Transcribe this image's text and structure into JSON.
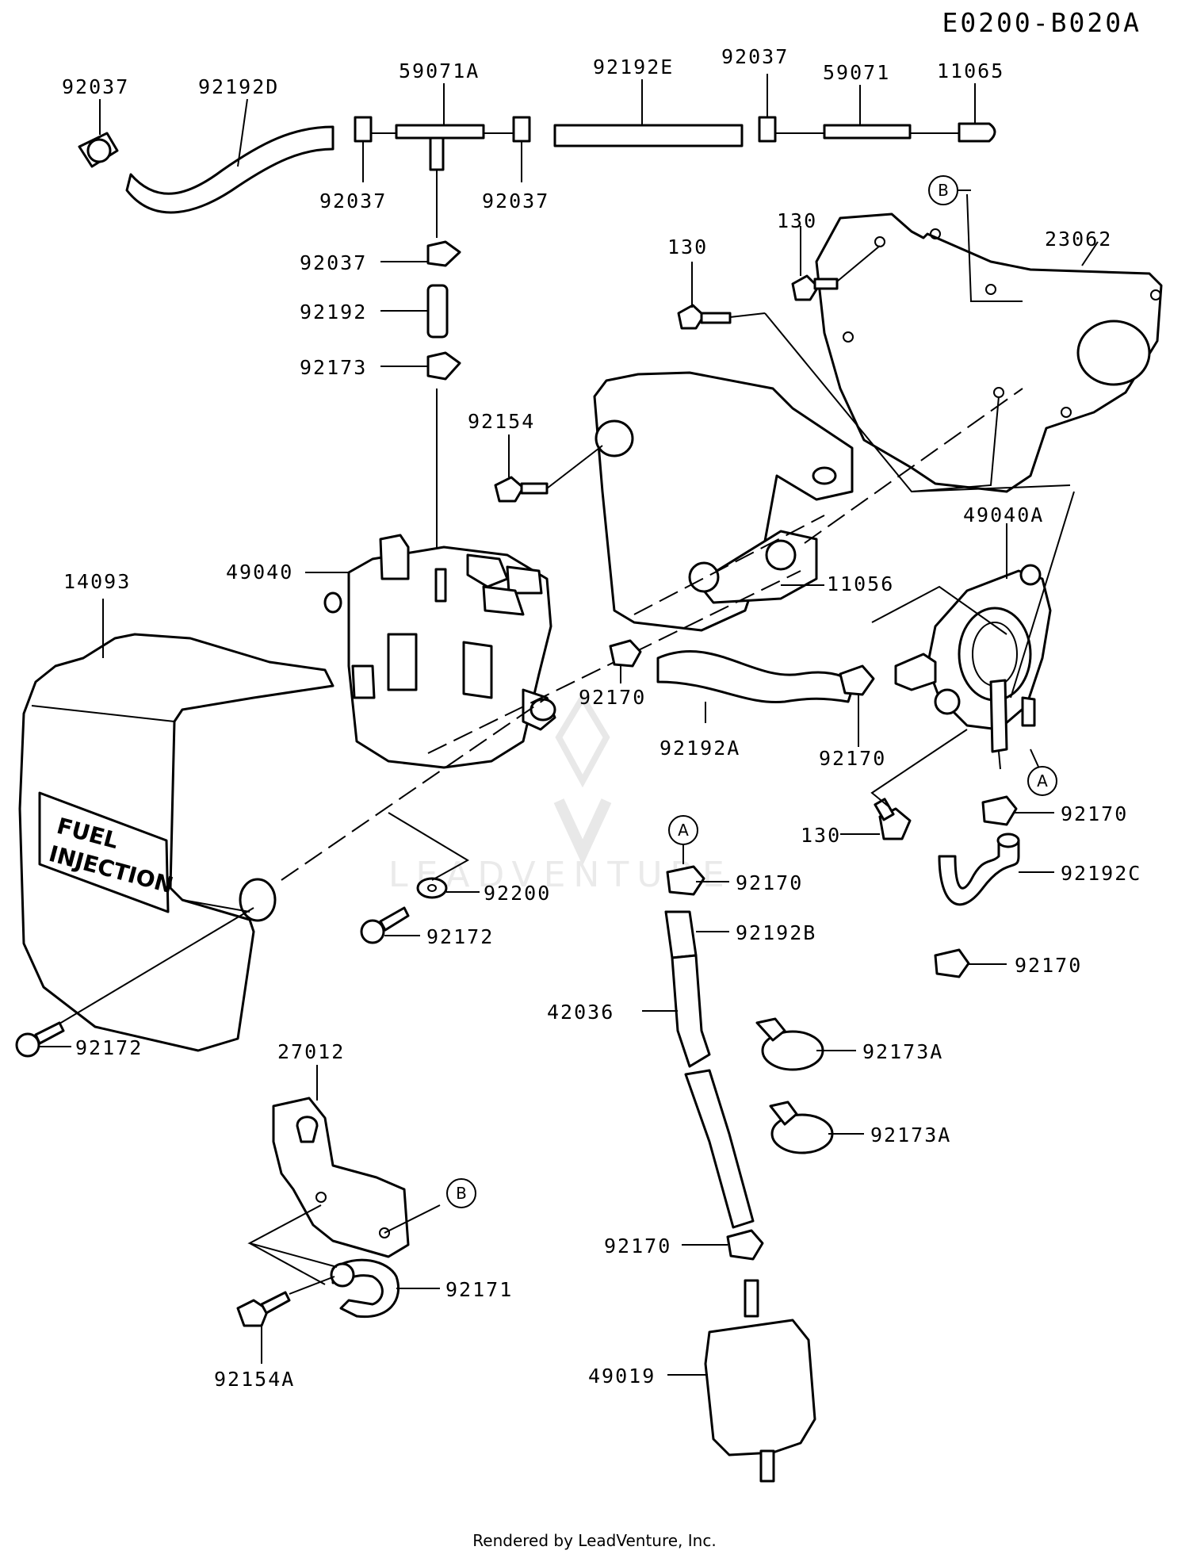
{
  "diagram_id": "E0200-B020A",
  "footer": "Rendered by LeadVenture, Inc.",
  "watermark": "LEADVENTURE",
  "cover_text": {
    "line1": "FUEL",
    "line2": "INJECTION"
  },
  "refs": {
    "A": "A",
    "B": "B"
  },
  "parts": {
    "p92037_a": "92037",
    "p92192D": "92192D",
    "p59071A": "59071A",
    "p92192E": "92192E",
    "p92037_b": "92037",
    "p59071": "59071",
    "p11065": "11065",
    "p92037_c": "92037",
    "p92037_d": "92037",
    "p92037_e": "92037",
    "p92192": "92192",
    "p92173": "92173",
    "p130_a": "130",
    "p130_b": "130",
    "p23062": "23062",
    "p92154": "92154",
    "p49040": "49040",
    "p14093": "14093",
    "p11056": "11056",
    "p49040A": "49040A",
    "p92170_a": "92170",
    "p92192A": "92192A",
    "p92170_b": "92170",
    "p92170_c": "92170",
    "p130_c": "130",
    "p92170_d": "92170",
    "p92192C": "92192C",
    "p92200": "92200",
    "p92172_a": "92172",
    "p92192B": "92192B",
    "p92170_e": "92170",
    "p42036": "42036",
    "p92173A_a": "92173A",
    "p92173A_b": "92173A",
    "p92172_b": "92172",
    "p27012": "27012",
    "p92171": "92171",
    "p92170_f": "92170",
    "p92154A": "92154A",
    "p49019": "49019"
  }
}
